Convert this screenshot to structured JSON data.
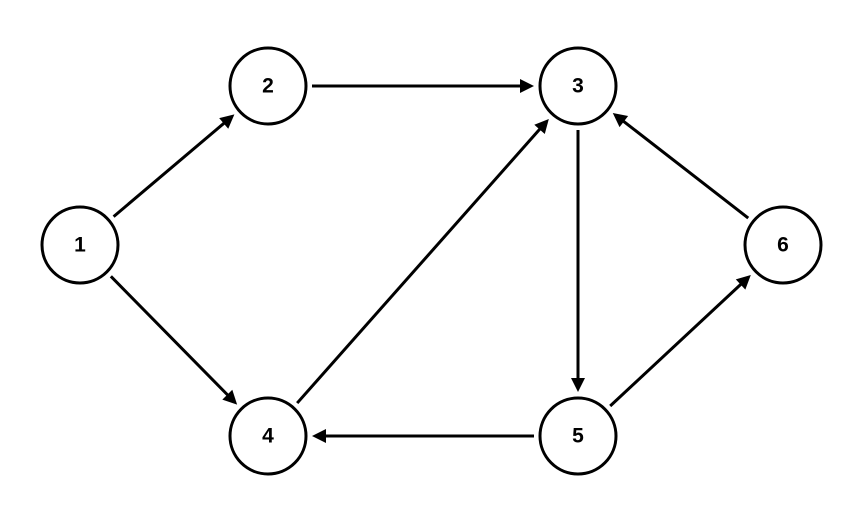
{
  "diagram": {
    "type": "directed-graph",
    "nodes": [
      {
        "id": "1",
        "label": "1"
      },
      {
        "id": "2",
        "label": "2"
      },
      {
        "id": "3",
        "label": "3"
      },
      {
        "id": "4",
        "label": "4"
      },
      {
        "id": "5",
        "label": "5"
      },
      {
        "id": "6",
        "label": "6"
      }
    ],
    "edges": [
      {
        "from": "1",
        "to": "2"
      },
      {
        "from": "1",
        "to": "4"
      },
      {
        "from": "2",
        "to": "3"
      },
      {
        "from": "4",
        "to": "3"
      },
      {
        "from": "3",
        "to": "5"
      },
      {
        "from": "5",
        "to": "4"
      },
      {
        "from": "5",
        "to": "6"
      },
      {
        "from": "6",
        "to": "3"
      }
    ],
    "colors": {
      "stroke": "#000000",
      "node_fill": "#ffffff",
      "background": "#ffffff"
    }
  }
}
